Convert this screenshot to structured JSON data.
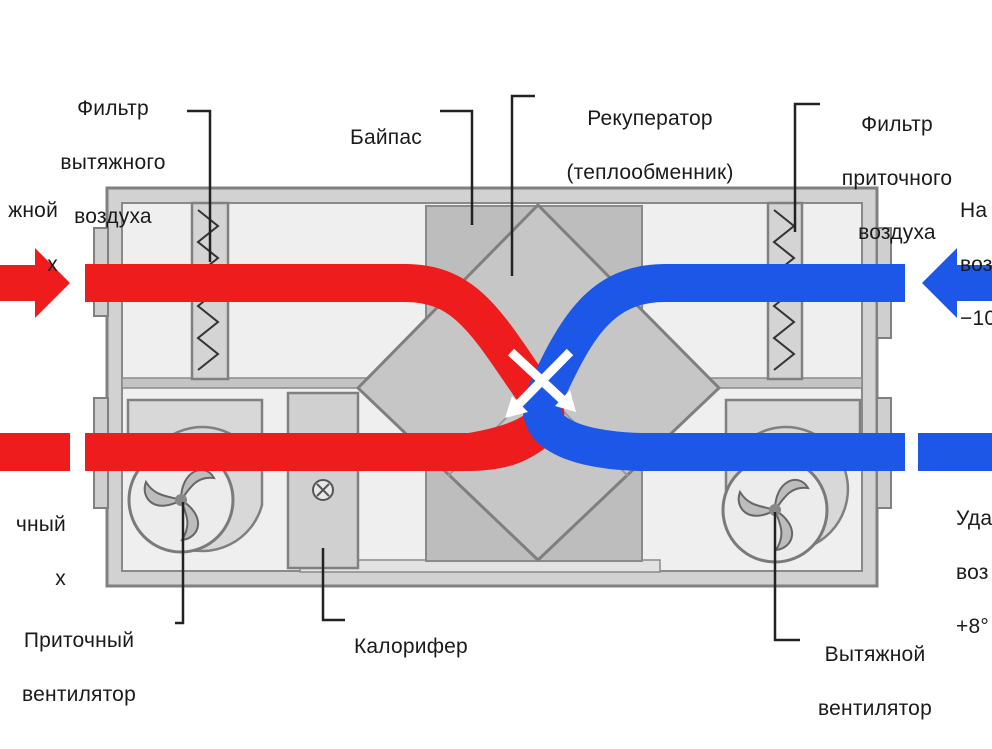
{
  "colors": {
    "warm_air": "#ee1c1c",
    "cold_air": "#1c57e8",
    "housing": "#c9c9c9",
    "housing_dark": "#777777",
    "background": "#ffffff",
    "text": "#1a1a1a"
  },
  "labels": {
    "filter_exhaust": [
      "Фильтр",
      "вытяжного",
      "воздуха"
    ],
    "bypass": [
      "Байпас"
    ],
    "recuperator": [
      "Рекуператор",
      "(теплообменник)"
    ],
    "filter_supply": [
      "Фильтр",
      "приточного",
      "воздуха"
    ],
    "left_top_cut": [
      "жной",
      "х"
    ],
    "left_bottom_cut": [
      "чный",
      "х"
    ],
    "right_top_cut": [
      "На",
      "воз",
      "−10"
    ],
    "right_bottom_cut": [
      "Уда",
      "воз",
      "+8°"
    ],
    "supply_fan": [
      "Приточный",
      "вентилятор"
    ],
    "heater": [
      "Калорифер"
    ],
    "exhaust_fan": [
      "Вытяжной",
      "вентилятор"
    ]
  },
  "icons": {
    "warm_inlet_arrow": "right-arrow-icon",
    "cold_inlet_arrow": "left-arrow-icon",
    "supply_fan": "fan-icon",
    "exhaust_fan": "fan-icon",
    "heater_screw": "screw-icon",
    "filter_zigzag": "filter-icon",
    "crossing_arrows": "cross-arrows-icon"
  }
}
